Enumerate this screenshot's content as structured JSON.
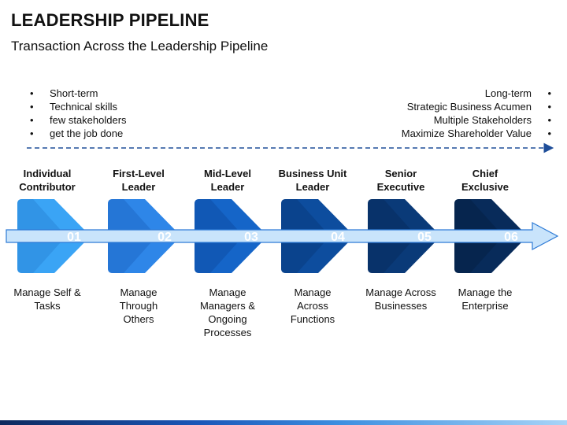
{
  "header": {
    "title": "LEADERSHIP PIPELINE",
    "subtitle": "Transaction Across the Leadership Pipeline"
  },
  "left_list": [
    "Short-term",
    "Technical skills",
    "few stakeholders",
    "get the job done"
  ],
  "right_list": [
    "Long-term",
    "Strategic Business Acumen",
    "Multiple Stakeholders",
    "Maximize Shareholder Value"
  ],
  "stages": [
    {
      "number": "01",
      "title": "Individual Contributor",
      "desc": "Manage Self & Tasks",
      "color": "#3aa4f5",
      "dark": "#2a86d8"
    },
    {
      "number": "02",
      "title": "First-Level Leader",
      "desc": "Manage Through Others",
      "color": "#2e86e8",
      "dark": "#1f6ac6"
    },
    {
      "number": "03",
      "title": "Mid-Level Leader",
      "desc": "Manage Managers & Ongoing Processes",
      "color": "#1565c8",
      "dark": "#0e4ea6"
    },
    {
      "number": "04",
      "title": "Business Unit Leader",
      "desc": "Manage Across Functions",
      "color": "#0d4d9e",
      "dark": "#093c80"
    },
    {
      "number": "05",
      "title": "Senior Executive",
      "desc": "Manage Across Businesses",
      "color": "#0a3a78",
      "dark": "#072c5e"
    },
    {
      "number": "06",
      "title": "Chief Exclusive",
      "desc": "Manage the Enterprise",
      "color": "#082b5a",
      "dark": "#052045"
    }
  ],
  "colors": {
    "arrow_fill": "#c9e4fb",
    "arrow_stroke": "#2e7bd6",
    "dashed_line": "#1f4e99"
  }
}
